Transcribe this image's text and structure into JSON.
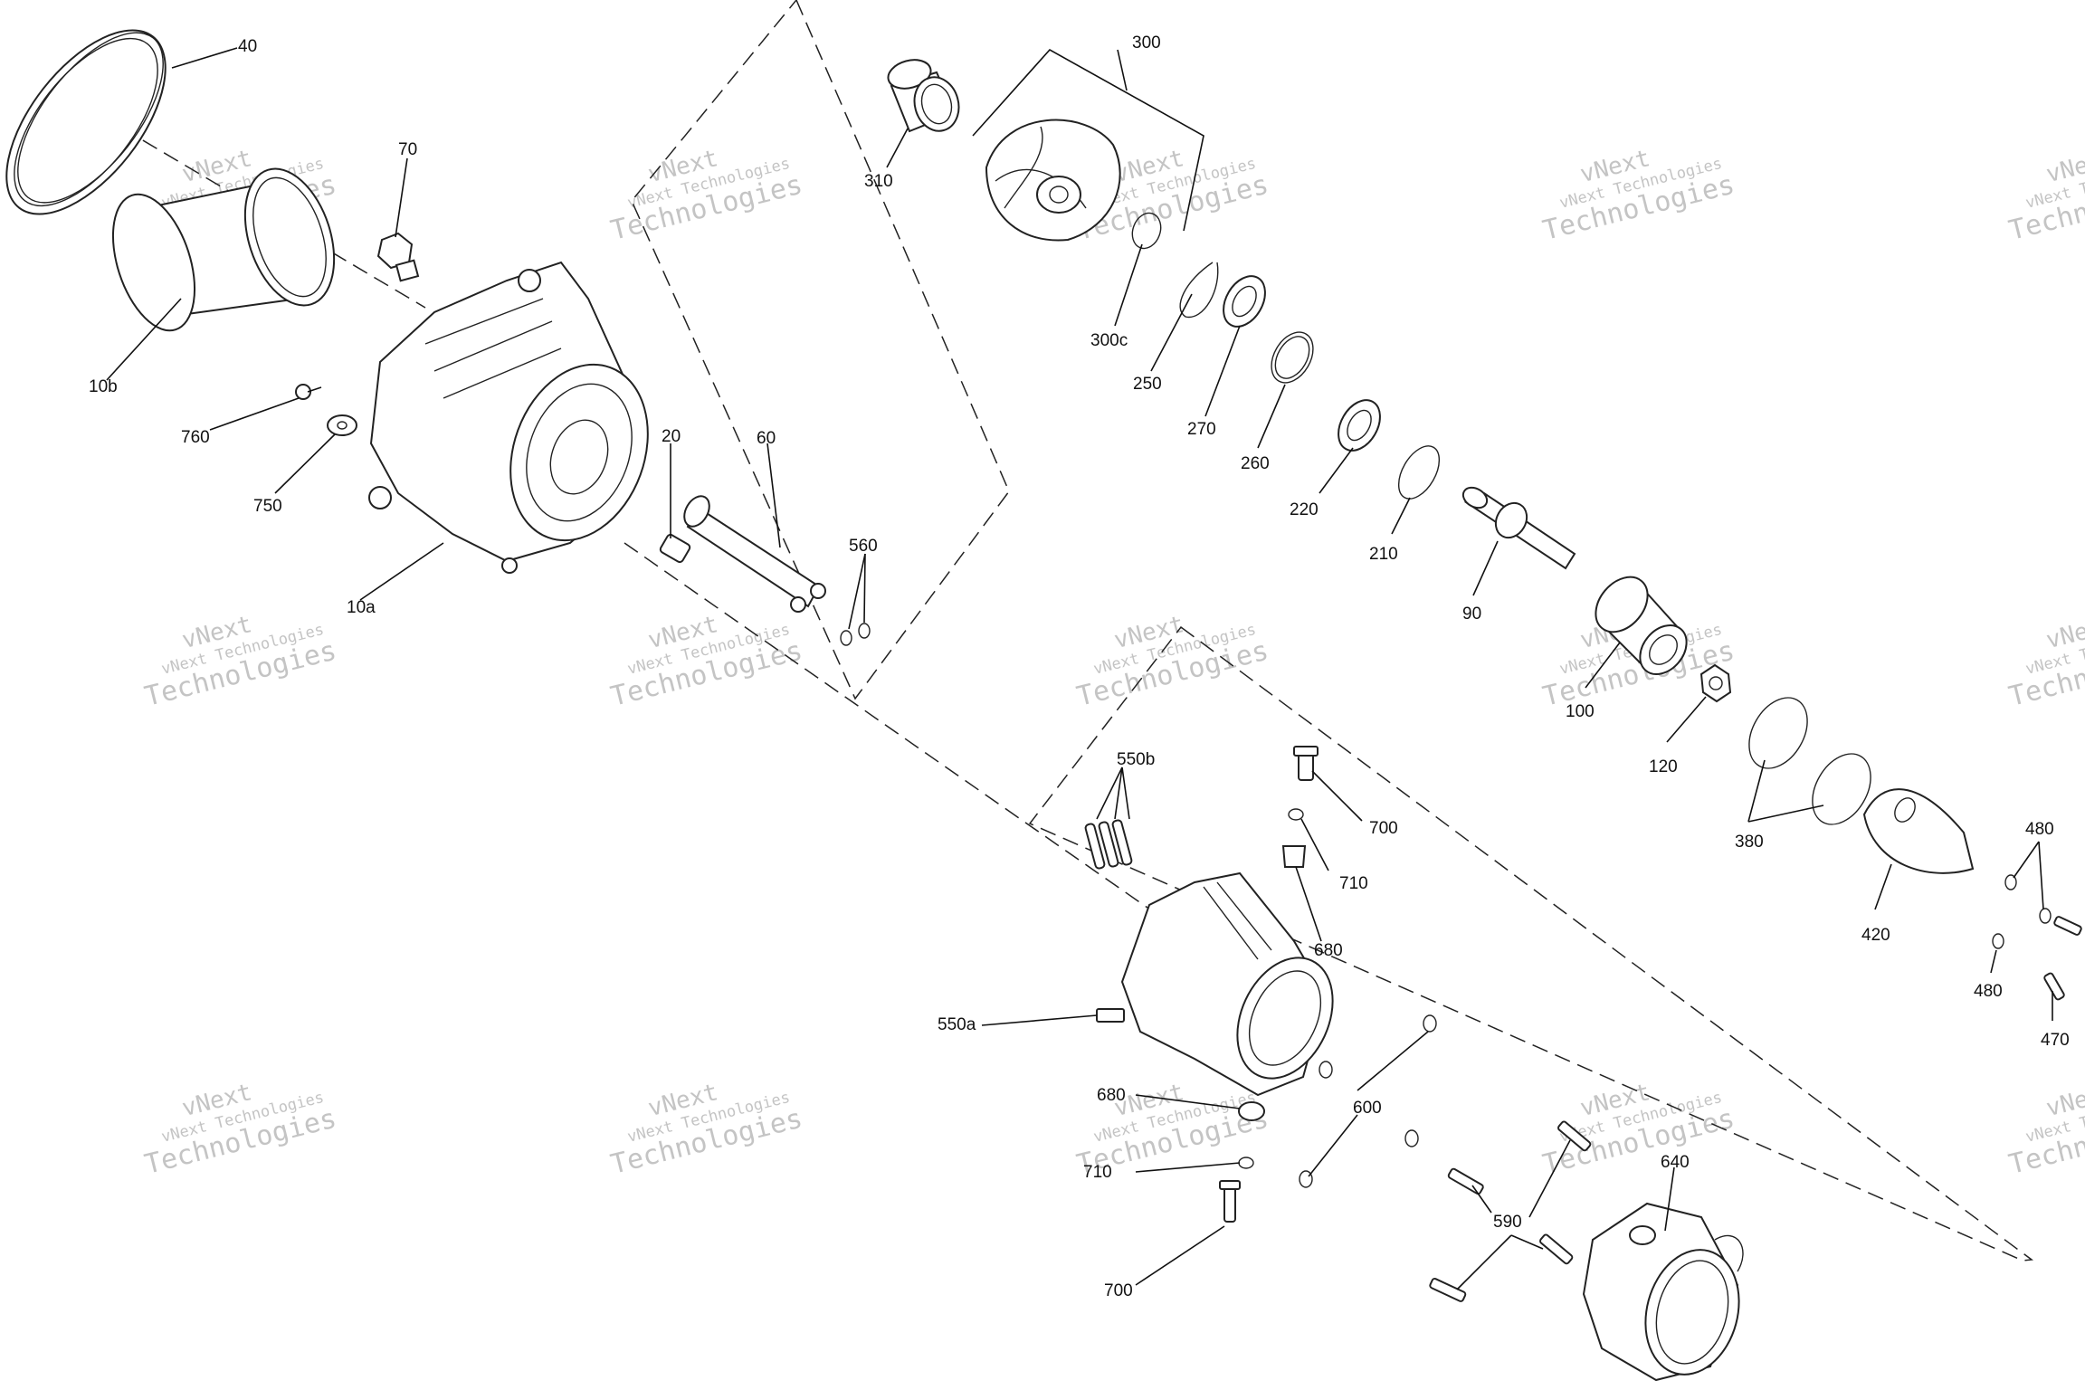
{
  "watermark": {
    "line1": "vNext Technologies",
    "line2": "Technologies",
    "top": "vNext"
  },
  "labels": {
    "p40": "40",
    "p70": "70",
    "p10b": "10b",
    "p760": "760",
    "p750": "750",
    "p10a": "10a",
    "p20": "20",
    "p60": "60",
    "p560": "560",
    "p310": "310",
    "p300": "300",
    "p300c": "300c",
    "p250": "250",
    "p270": "270",
    "p260": "260",
    "p220": "220",
    "p210": "210",
    "p90": "90",
    "p100": "100",
    "p120": "120",
    "p380": "380",
    "p420": "420",
    "p480a": "480",
    "p480b": "480",
    "p470": "470",
    "p550b": "550b",
    "p700a": "700",
    "p710a": "710",
    "p680a": "680",
    "p550a": "550a",
    "p680b": "680",
    "p600": "600",
    "p710b": "710",
    "p700b": "700",
    "p590": "590",
    "p640": "640"
  }
}
